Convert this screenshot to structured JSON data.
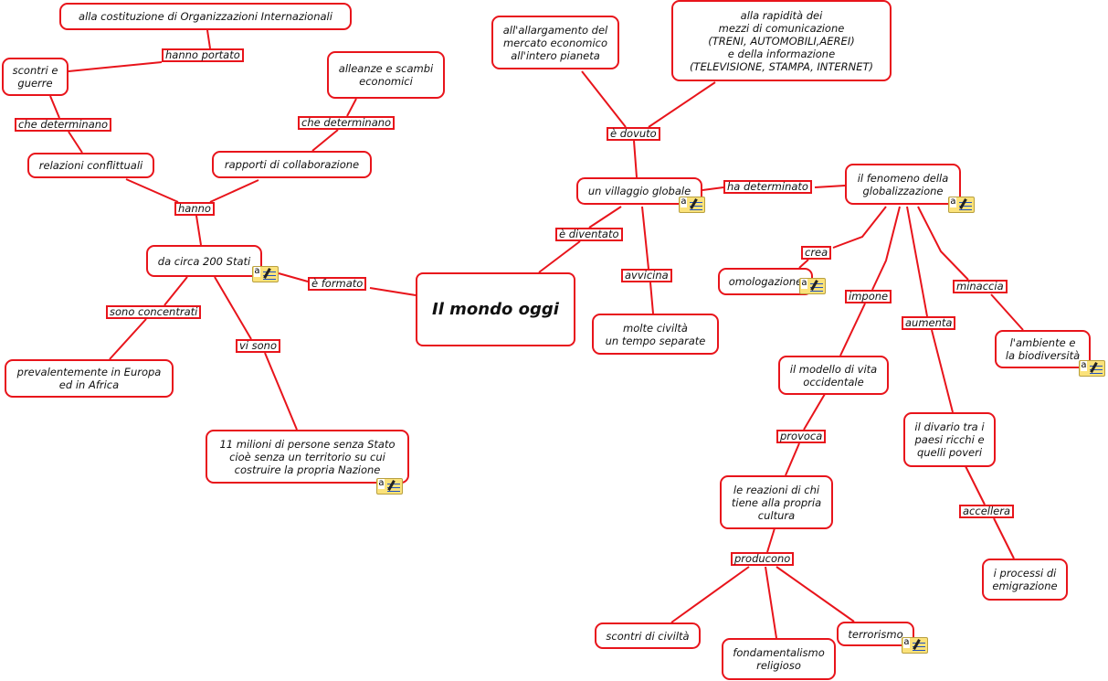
{
  "map": {
    "main": "Il mondo oggi",
    "nodes": {
      "organizzazioni": "alla costituzione di Organizzazioni Internazionali",
      "scontri_guerre": "scontri e\nguerre",
      "alleanze": "alleanze e scambi\neconomici",
      "relazioni": "relazioni conflittuali",
      "rapporti": "rapporti di collaborazione",
      "stati": "da circa 200 Stati",
      "europa": "prevalentemente in Europa\ned in Africa",
      "milioni": "11 milioni di persone senza Stato\ncioè senza un territorio su cui\ncostruire la propria Nazione",
      "mercato": "all'allargamento del\nmercato economico\nall'intero pianeta",
      "rapidita": "alla rapidità dei\nmezzi di comunicazione\n(TRENI, AUTOMOBILI,AEREI)\ne della informazione\n(TELEVISIONE, STAMPA, INTERNET)",
      "villaggio": "un villaggio globale",
      "globalizzazione": "il fenomeno della\nglobalizzazione",
      "civilta": "molte civiltà\nun tempo separate",
      "omologazione": "omologazione",
      "ambiente": "l'ambiente e\nla biodiversità",
      "modello": "il modello di vita\noccidentale",
      "divario": "il divario tra i\npaesi ricchi e\nquelli poveri",
      "reazioni": "le reazioni di chi\ntiene alla propria\ncultura",
      "emigrazione": "i processi di\nemigrazione",
      "scontri_civilta": "scontri di civiltà",
      "fondamentalismo": "fondamentalismo\nreligioso",
      "terrorismo": "terrorismo"
    },
    "links": {
      "hanno_portato": "hanno portato",
      "che_determinano_1": "che determinano",
      "che_determinano_2": "che determinano",
      "hanno": "hanno",
      "e_formato": "è formato",
      "sono_concentrati": "sono concentrati",
      "vi_sono": "vi sono",
      "e_dovuto": "è dovuto",
      "ha_determinato": "ha determinato",
      "e_diventato": "è diventato",
      "avvicina": "avvicina",
      "crea": "crea",
      "impone": "impone",
      "aumenta": "aumenta",
      "minaccia": "minaccia",
      "provoca": "provoca",
      "producono": "producono",
      "accellera": "accellera"
    },
    "note_glyph": "a",
    "colors": {
      "accent": "#e8141b",
      "note": "#fbe27a"
    }
  }
}
